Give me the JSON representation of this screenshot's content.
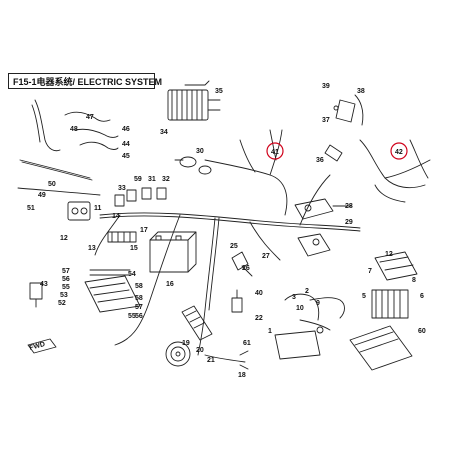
{
  "title": "F15-1电器系统/ ELECTRIC SYSTEM",
  "fwd_label": "FWD",
  "highlight_color": "#d0021b",
  "line_color": "#222222",
  "part_numbers": {
    "p1": "1",
    "p2": "2",
    "p3": "3",
    "p4": "4",
    "p5": "5",
    "p6": "6",
    "p7": "7",
    "p8": "8",
    "p9": "9",
    "p10": "10",
    "p11": "11",
    "p12a": "12",
    "p12b": "12",
    "p13": "13",
    "p14": "14",
    "p15": "15",
    "p16": "16",
    "p17": "17",
    "p18": "18",
    "p19": "19",
    "p20": "20",
    "p21": "21",
    "p22": "22",
    "p25": "25",
    "p26": "26",
    "p27": "27",
    "p28": "28",
    "p29": "29",
    "p30": "30",
    "p31": "31",
    "p32": "32",
    "p33": "33",
    "p34": "34",
    "p35": "35",
    "p36": "36",
    "p37": "37",
    "p38": "38",
    "p39": "39",
    "p40": "40",
    "p41": "41",
    "p42": "42",
    "p43": "43",
    "p44": "44",
    "p45": "45",
    "p46": "46",
    "p47": "47",
    "p48": "48",
    "p49": "49",
    "p50": "50",
    "p51": "51",
    "p52": "52",
    "p53": "53",
    "p54": "54",
    "p55a": "55",
    "p55b": "55",
    "p56a": "56",
    "p56b": "56",
    "p57a": "57",
    "p57b": "57",
    "p58a": "58",
    "p58b": "58",
    "p59": "59",
    "p60": "60",
    "p61": "61"
  }
}
